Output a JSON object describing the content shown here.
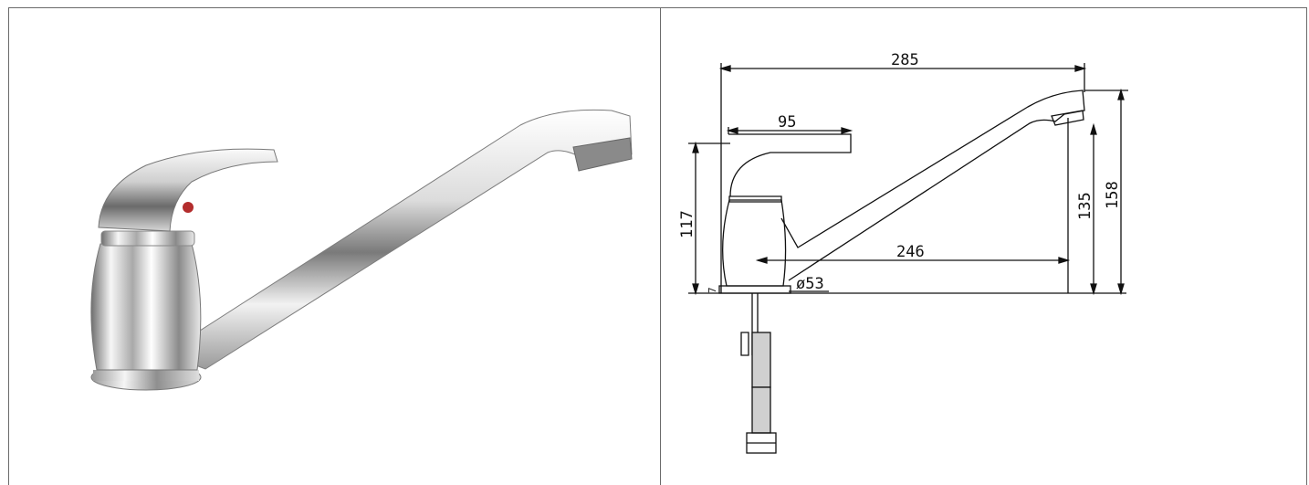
{
  "photo": {
    "metal_light": "#f4f4f4",
    "metal_mid": "#b9b9b9",
    "metal_dark": "#5a5a5a",
    "indicator_color": "#b32d2d"
  },
  "drawing": {
    "dimensions": {
      "overall_length": "285",
      "handle_length": "95",
      "body_height": "117",
      "spout_reach": "246",
      "base_diameter": "ø53",
      "base_thickness": "7",
      "spout_outlet_height": "135",
      "overall_height": "158"
    },
    "line_color": "#111111",
    "hose_fill": "#d0d0d0"
  }
}
